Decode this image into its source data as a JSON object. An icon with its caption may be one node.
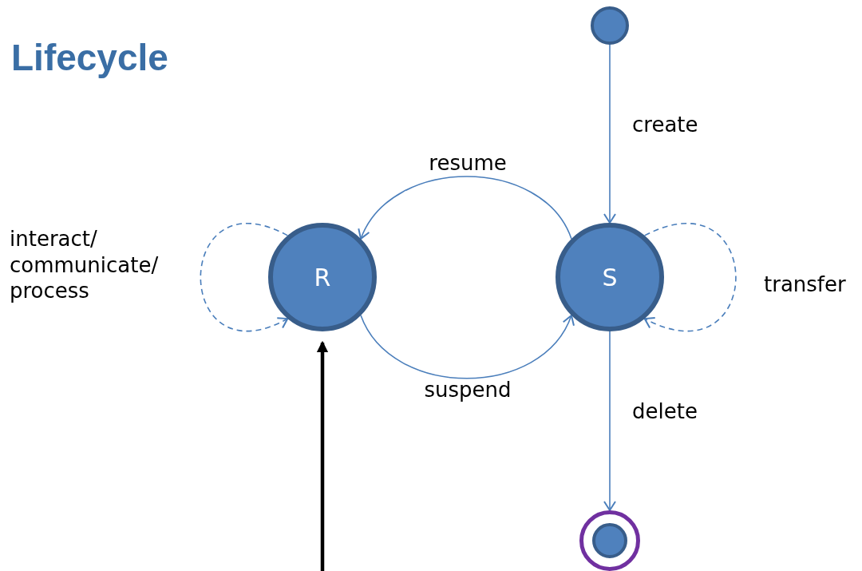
{
  "diagram": {
    "title": "Lifecycle",
    "nodes": [
      {
        "text": [
          "R"
        ]
      },
      {
        "text": [
          "S"
        ]
      },
      {
        "text": [],
        "shape": "circle"
      },
      {
        "text": [],
        "shape": "circle"
      }
    ],
    "edges": [
      {
        "from": 2,
        "to": 1,
        "arrow": "to",
        "label": "create"
      },
      {
        "from": 1,
        "to": 0,
        "arrow": "to",
        "label": "resume"
      },
      {
        "from": 0,
        "to": 1,
        "arrow": "to",
        "label": "suspend"
      },
      {
        "from": 0,
        "to": 0,
        "arrow": "to",
        "label": "interact/ communicate/ process",
        "style": "dashed"
      },
      {
        "from": 1,
        "to": 1,
        "arrow": "to",
        "label": "transfer",
        "style": "dashed"
      },
      {
        "from": 1,
        "to": 3,
        "arrow": "to",
        "label": "delete"
      },
      {
        "from": null,
        "to": 0,
        "arrow": "to",
        "style": "thick",
        "color": "#000000"
      }
    ]
  }
}
